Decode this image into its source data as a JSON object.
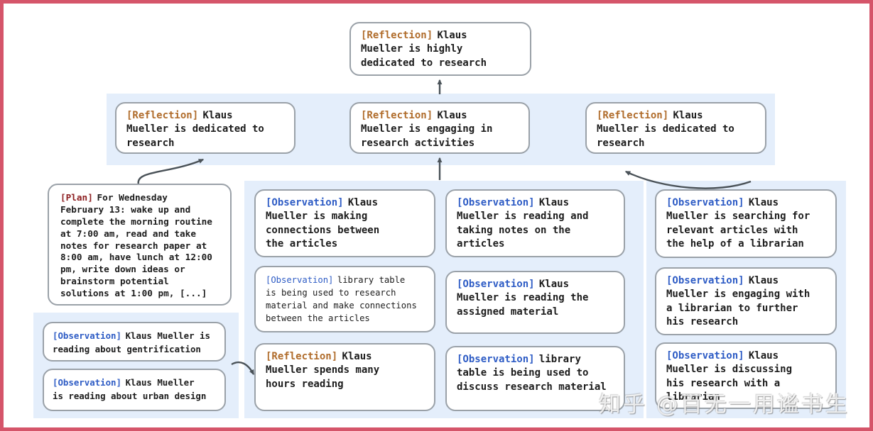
{
  "colors": {
    "frame_color": "#d5556a",
    "band_color": "#e4eefb",
    "node_border": "#9aa1a8",
    "reflection_color": "#b06c2b",
    "observation_color": "#2e5cc5",
    "plan_color": "#8d1f21",
    "arrow_color": "#4a5258"
  },
  "nodes": {
    "root": {
      "tag": "[Reflection]",
      "text": "Klaus\nMueller is highly\ndedicated to research"
    },
    "l2_left": {
      "tag": "[Reflection]",
      "text": "Klaus\nMueller is dedicated to\nresearch"
    },
    "l2_mid": {
      "tag": "[Reflection]",
      "text": "Klaus\nMueller is engaging in\nresearch activities"
    },
    "l2_right": {
      "tag": "[Reflection]",
      "text": "Klaus\nMueller is dedicated to\nresearch"
    },
    "plan": {
      "tag": "[Plan]",
      "text": "For Wednesday\nFebruary 13: wake up and\ncomplete the morning routine\nat 7:00 am, read and take\nnotes for research paper at\n8:00 am, have lunch at 12:00\npm, write down ideas or\nbrainstorm potential\nsolutions at 1:00 pm, [...]"
    },
    "obs_left_1": {
      "tag": "[Observation]",
      "text": "Klaus Mueller is\nreading about gentrification"
    },
    "obs_left_2": {
      "tag": "[Observation]",
      "text": "Klaus Mueller\nis reading about urban design"
    },
    "mid_a1": {
      "tag": "[Observation]",
      "text": "Klaus\nMueller is making\nconnections between\nthe articles"
    },
    "mid_a2": {
      "tag": "[Observation]",
      "text": "library table\nis being used to research\nmaterial and make connections\nbetween the articles"
    },
    "mid_a3": {
      "tag": "[Reflection]",
      "text": "Klaus\nMueller spends many\nhours reading"
    },
    "mid_b1": {
      "tag": "[Observation]",
      "text": "Klaus\nMueller is reading and\ntaking notes on the\narticles"
    },
    "mid_b2": {
      "tag": "[Observation]",
      "text": "Klaus\nMueller is reading the\nassigned material"
    },
    "mid_b3": {
      "tag": "[Observation]",
      "text": "library\ntable is being used to\ndiscuss research material"
    },
    "right_1": {
      "tag": "[Observation]",
      "text": "Klaus\nMueller is searching for\nrelevant articles with\nthe help of a librarian"
    },
    "right_2": {
      "tag": "[Observation]",
      "text": "Klaus\nMueller is engaging with\na librarian to further\nhis research"
    },
    "right_3": {
      "tag": "[Observation]",
      "text": "Klaus\nMueller is discussing\nhis research with a\nlibrarian"
    }
  },
  "watermark": {
    "text": "知乎 @百无一用谧书生"
  }
}
